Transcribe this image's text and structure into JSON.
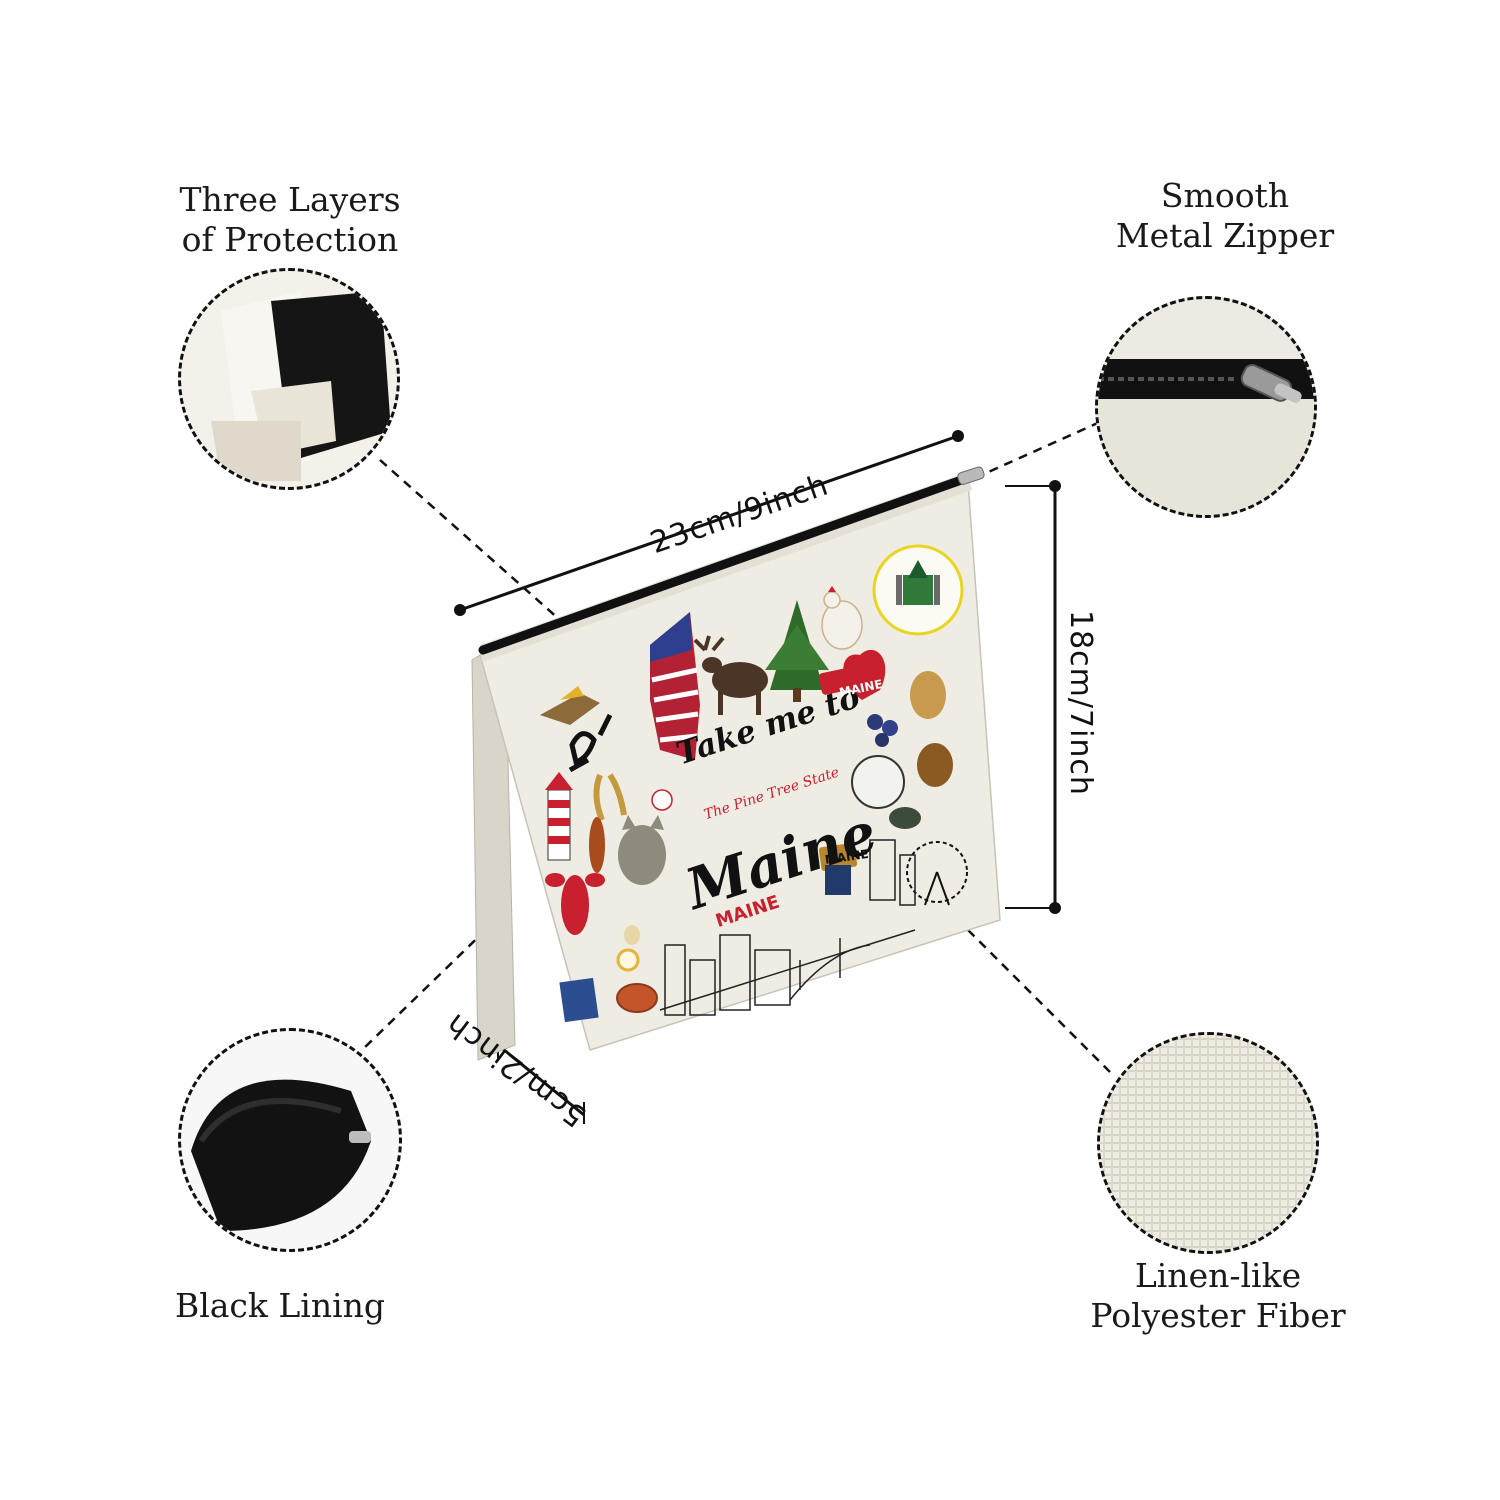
{
  "features": {
    "three_layers": {
      "line1": "Three Layers",
      "line2": "of Protection"
    },
    "metal_zipper": {
      "line1": "Smooth",
      "line2": "Metal Zipper"
    },
    "black_lining": {
      "line1": "Black Lining"
    },
    "linen_fiber": {
      "line1": "Linen-like",
      "line2": "Polyester Fiber"
    }
  },
  "dimensions": {
    "width": "23cm/9inch",
    "height": "18cm/7inch",
    "depth": "5cm/2inch"
  },
  "bag_print": {
    "headline": "Take me to",
    "tagline": "The Pine Tree State",
    "state": "Maine",
    "badge_1": "MAINE",
    "badge_2": "MAINE",
    "badge_3": "MAINE"
  },
  "colors": {
    "canvas": "#efece3",
    "lining": "#111111",
    "accent_red": "#c8202f",
    "dashed_line": "#111111"
  },
  "icons": [
    "layers-detail",
    "zipper-pull-icon",
    "black-lining-detail",
    "linen-texture-detail",
    "moose-icon",
    "pine-tree-icon",
    "lobster-icon",
    "lighthouse-icon",
    "heart-icon",
    "state-seal-icon",
    "chicken-icon",
    "potato-icon",
    "cat-icon",
    "pie-icon",
    "blueberry-icon",
    "bird-icon",
    "ferris-wheel-icon",
    "skyline-icon"
  ]
}
